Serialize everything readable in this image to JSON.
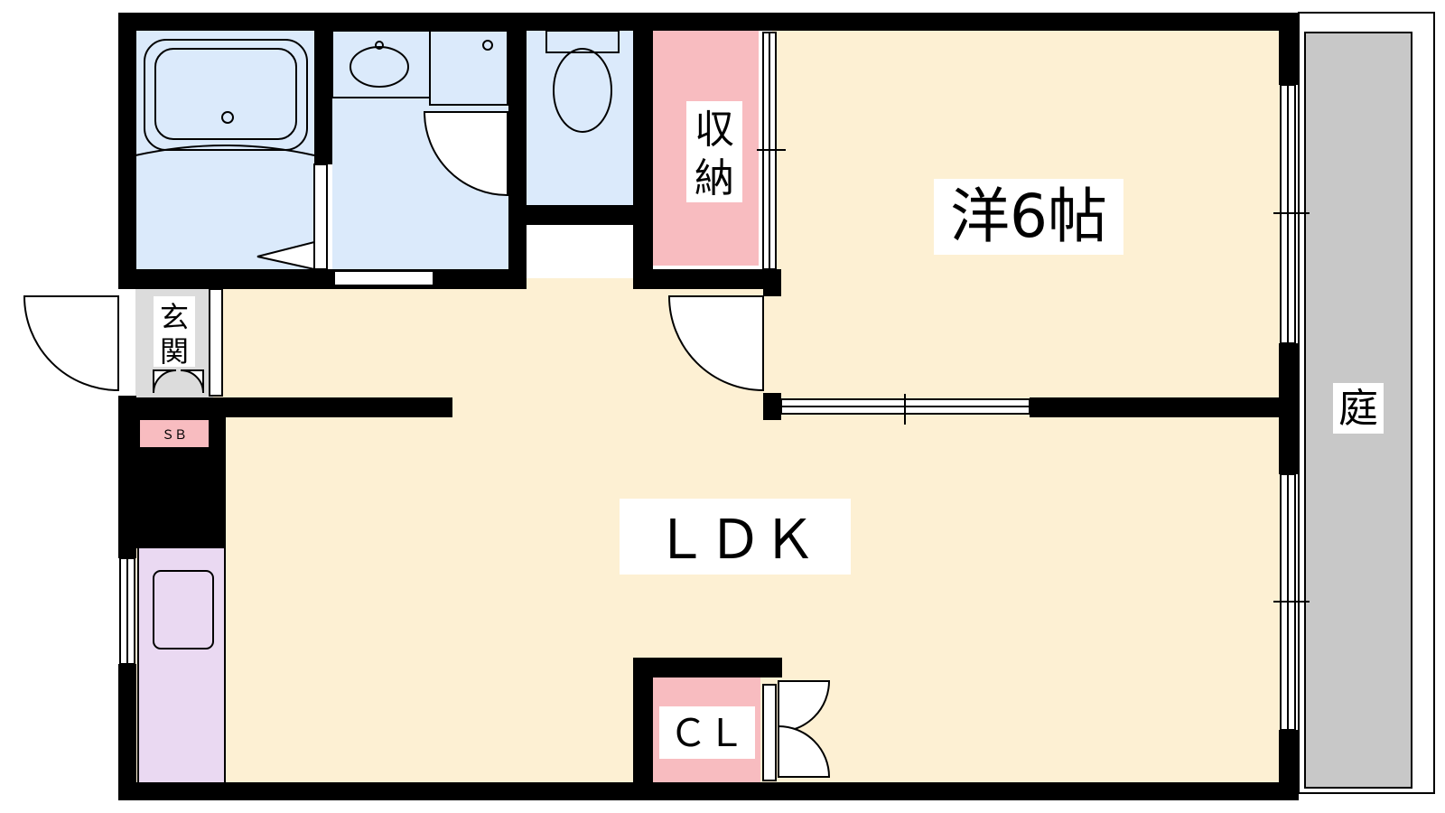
{
  "rooms": {
    "western": "洋6帖",
    "ldk": "ＬＤＫ",
    "storage_v1": "収",
    "storage_v2": "納",
    "entrance_v1": "玄",
    "entrance_v2": "関",
    "shoebox": "ＳＢ",
    "closet": "ＣＬ",
    "garden": "庭"
  },
  "colors": {
    "wall": "#000000",
    "wet_area": "#dbeafb",
    "living": "#fdf0d3",
    "storage": "#f8bcc0",
    "kitchen": "#ead9f2",
    "garden": "#c8c8c8",
    "entrance": "#dcdcdc",
    "shoebox": "#f8bcc0"
  }
}
